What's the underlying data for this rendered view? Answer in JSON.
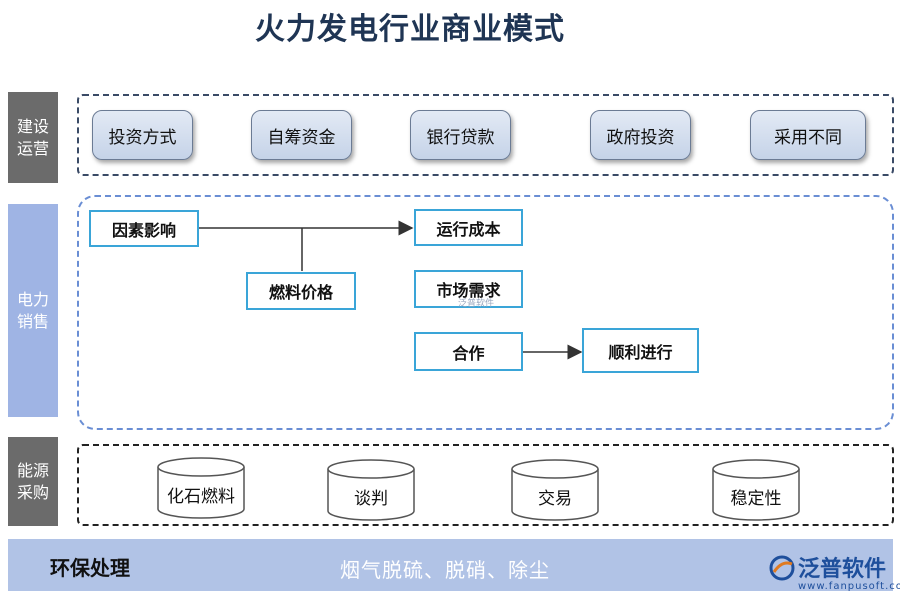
{
  "title": "火力发电行业商业模式",
  "rows": {
    "construction": {
      "label_line1": "建设",
      "label_line2": "运营",
      "items": [
        "投资方式",
        "自筹资金",
        "银行贷款",
        "政府投资",
        "采用不同"
      ]
    },
    "sales": {
      "label_line1": "电力",
      "label_line2": "销售",
      "nodes": {
        "factors": "因素影响",
        "fuel_price": "燃料价格",
        "operating_cost": "运行成本",
        "market_demand": "市场需求",
        "cooperation": "合作",
        "smooth_progress": "顺利进行"
      },
      "watermark": "泛普软件"
    },
    "procurement": {
      "label_line1": "能源",
      "label_line2": "采购",
      "items": [
        "化石燃料",
        "谈判",
        "交易",
        "稳定性"
      ]
    },
    "environment": {
      "label": "环保处理",
      "text": "烟气脱硫、脱硝、除尘"
    }
  },
  "logo": {
    "name": "泛普软件",
    "url": "www.fanpusoft.com"
  },
  "colors": {
    "title": "#1f3554",
    "row_label_gray": "#6b6b6b",
    "row_label_blue": "#9fb4e4",
    "node_border": "#3aa5d8",
    "band": "#b1c3e6",
    "logo": "#1e4f9c"
  }
}
